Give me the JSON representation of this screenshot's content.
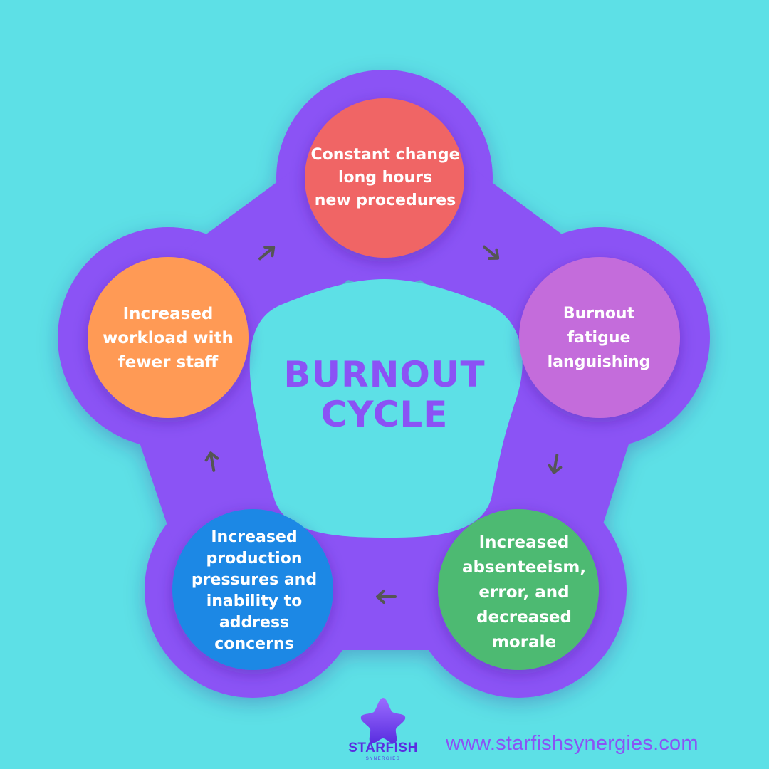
{
  "title": {
    "line1": "BURNOUT",
    "line2": "CYCLE"
  },
  "nodes": [
    {
      "lines": [
        "Constant change",
        "long hours",
        "new procedures"
      ],
      "color": "#f06565"
    },
    {
      "lines": [
        "Burnout",
        "fatigue",
        "languishing"
      ],
      "color": "#c46cdb"
    },
    {
      "lines": [
        "Increased",
        "absenteeism,",
        "error, and",
        "decreased",
        "morale"
      ],
      "color": "#4dba72"
    },
    {
      "lines": [
        "Increased",
        "production",
        "pressures and",
        "inability to",
        "address",
        "concerns"
      ],
      "color": "#1e88e5"
    },
    {
      "lines": [
        "Increased",
        "workload with",
        "fewer staff"
      ],
      "color": "#ff9a55"
    }
  ],
  "ring_color": "#8b52f5",
  "background_color": "#5de0e6",
  "arrow_color": "#555555",
  "brand": {
    "name": "STARFISH",
    "tagline": "SYNERGIES",
    "logo_icon": "starfish-star-icon"
  },
  "url": "www.starfishsynergies.com"
}
